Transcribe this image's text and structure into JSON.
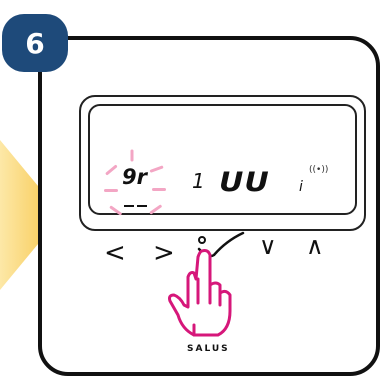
{
  "step": {
    "number": "6"
  },
  "display": {
    "parameter_code": "9r",
    "channel_value": "1",
    "mode_text": "UU",
    "suffix_text": "i",
    "signal_icon": "((•))"
  },
  "buttons": {
    "left_label": "<",
    "right_label": ">",
    "down_label": "∨",
    "up_label": "∧",
    "ok_icon": "check-icon"
  },
  "brand": {
    "name": "SALUS"
  },
  "colors": {
    "badge": "#1e4a7a",
    "blink": "#f3a6c4",
    "hand_outline": "#d6177a",
    "arrow": "#f6c445",
    "frame": "#111111"
  }
}
